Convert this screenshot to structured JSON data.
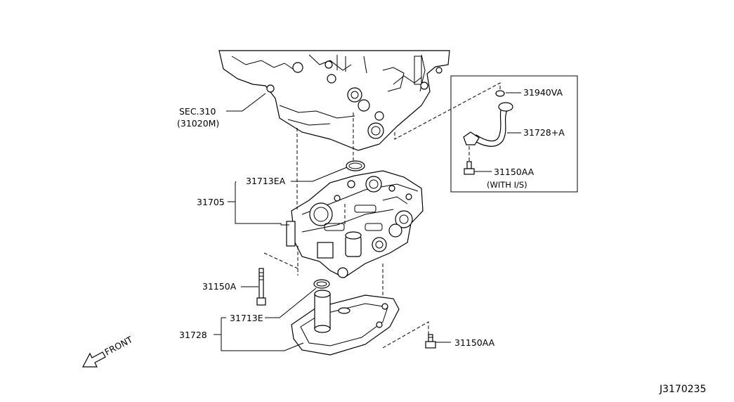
{
  "labels": {
    "sec": "SEC.310",
    "sec_ref": "(31020M)",
    "p31713EA": "31713EA",
    "p31705": "31705",
    "p31150A": "31150A",
    "p31713E": "31713E",
    "p31728": "31728",
    "p31150AA": "31150AA",
    "inset_31940VA": "31940VA",
    "inset_31728A": "31728+A",
    "inset_31150AA": "31150AA",
    "inset_note": "(WITH I/S)",
    "front": "FRONT",
    "diagram_id": "J3170235"
  }
}
